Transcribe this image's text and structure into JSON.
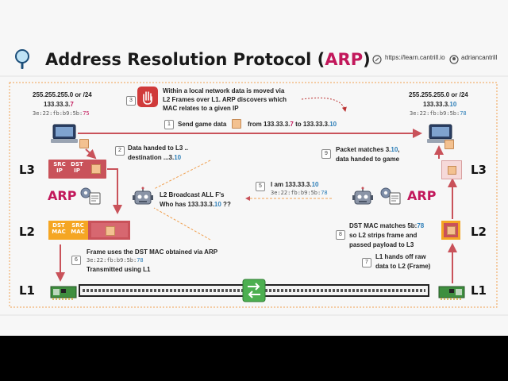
{
  "title": {
    "main": "Address Resolution Protocol (",
    "accent": "ARP",
    "close": ")"
  },
  "links": {
    "site": "https://learn.cantrill.io",
    "handle": "adriancantrill"
  },
  "left_host": {
    "mask": "255.255.255.0 or /24",
    "ip_prefix": "133.33.3.",
    "ip_last": "7",
    "mac_prefix": "3e:22:fb:b9:5b:",
    "mac_last": "75"
  },
  "right_host": {
    "mask": "255.255.255.0 or /24",
    "ip_prefix": "133.33.3.",
    "ip_last": "10",
    "mac_prefix": "3e:22:fb:b9:5b:",
    "mac_last": "78"
  },
  "layers": {
    "l3": "L3",
    "l2": "L2",
    "l1": "L1"
  },
  "arp_label": "ARP",
  "l3_header": {
    "src": "SRC\nIP",
    "dst": "DST\nIP"
  },
  "l2_header": {
    "dst": "DST\nMAC",
    "src": "SRC\nMAC"
  },
  "steps": {
    "s1": {
      "n": "1",
      "a": "Send game data",
      "b": "from 133.33.3.",
      "b_hl": "7",
      "c": "to 133.33.3.",
      "c_hl": "10"
    },
    "s2": {
      "n": "2",
      "l1": "Data handed to L3 ..",
      "l2": "destination ...3.",
      "l2_hl": "10"
    },
    "s3": {
      "n": "3",
      "l1": "Within a local network data is moved via",
      "l2": "L2 Frames over L1. ARP discovers which",
      "l3": "MAC relates to a given IP"
    },
    "s4": {
      "l1": "L2 Broadcast ALL F's",
      "l2": "Who has 133.33.3.",
      "l2_hl": "10",
      "l2_end": " ??"
    },
    "s5": {
      "n": "5",
      "l1": "I am 133.33.3.",
      "l1_hl": "10",
      "mac": "3e:22:fb:b9:5b:",
      "mac_hl": "78"
    },
    "s6": {
      "n": "6",
      "l1": "Frame uses the DST MAC obtained via ARP",
      "mac": "3e:22:fb:b9:5b:",
      "mac_hl": "78",
      "l3": "Transmitted using L1"
    },
    "s7": {
      "n": "7",
      "l1": "L1 hands off raw",
      "l2": "data to L2 (Frame)"
    },
    "s8": {
      "n": "8",
      "l1": "DST MAC matches 5b:",
      "l1_hl": "78",
      "l2": "so L2 strips frame and",
      "l3": "passed payload to L3"
    },
    "s9": {
      "n": "9",
      "l1": "Packet matches 3.",
      "l1_hl": "10",
      "l1_end": ",",
      "l2": "data handed to game"
    }
  },
  "colors": {
    "accent": "#c2185b",
    "blue": "#2e7fb8",
    "red": "#c9525a",
    "orange": "#f5a623",
    "dashed": "#f0a050"
  }
}
